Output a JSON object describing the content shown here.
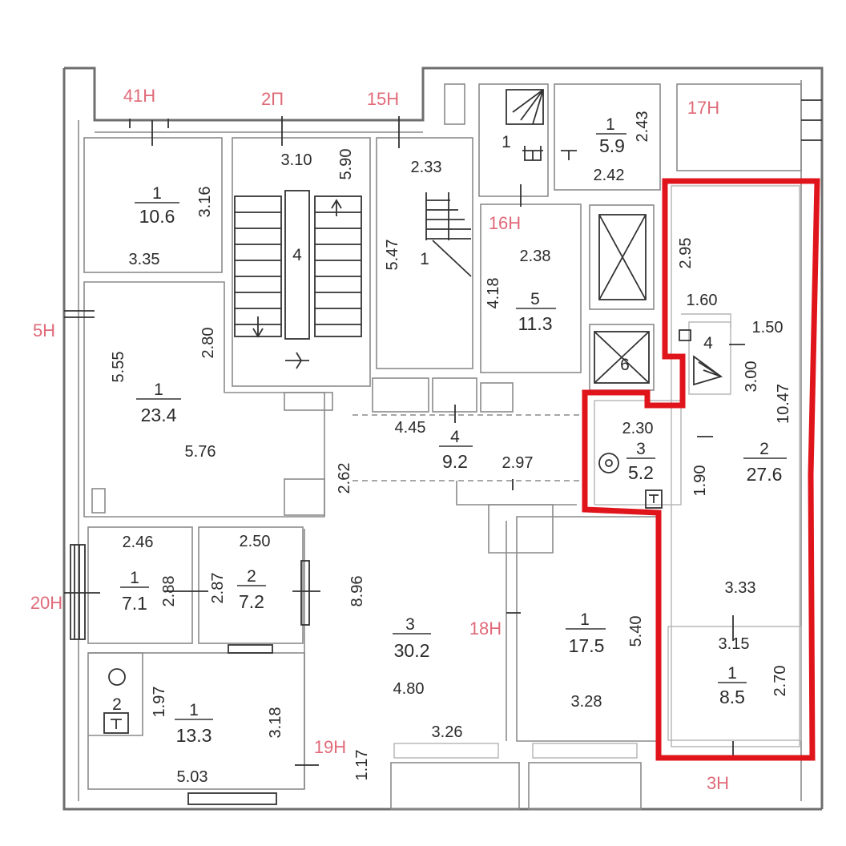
{
  "accent_color": "#e0141b",
  "label_color": "#e06a78",
  "outside_labels": {
    "n41": "41Н",
    "p2": "2П",
    "n15": "15Н",
    "n17": "17Н",
    "n16": "16Н",
    "n5": "5Н",
    "n20": "20Н",
    "n18": "18Н",
    "n19": "19Н",
    "n3": "3Н"
  },
  "rooms": {
    "r41_1": {
      "num": "1",
      "area": "10.6",
      "d1": "3.16",
      "d2": "3.35"
    },
    "r2p_4": {
      "num": "4",
      "d1": "3.10",
      "d2": "5.90"
    },
    "r15_1": {
      "num": "1",
      "d1": "2.33",
      "d2": "5.47"
    },
    "r17a_1": {
      "num": "1"
    },
    "r17b_1": {
      "num": "1",
      "area": "5.9",
      "d1": "2.43",
      "d2": "2.42"
    },
    "r16_5": {
      "num": "5",
      "area": "11.3",
      "d1": "2.38",
      "d2": "4.18"
    },
    "r5_1": {
      "num": "1",
      "area": "23.4",
      "d1": "5.55",
      "d2": "2.80",
      "d3": "5.76"
    },
    "corr_4": {
      "num": "4",
      "area": "9.2",
      "d1": "4.45",
      "d2": "2.62",
      "d3": "2.97"
    },
    "lift_6": {
      "num": "6"
    },
    "hl_4": {
      "num": "4",
      "d1": "1.60",
      "d2": "1.50",
      "d3": "2.95"
    },
    "hl_3": {
      "num": "3",
      "area": "5.2",
      "d1": "2.30",
      "d2": "1.90"
    },
    "hl_2": {
      "num": "2",
      "area": "27.6",
      "d1": "3.00",
      "d2": "10.47",
      "d3": "3.33"
    },
    "hl_1": {
      "num": "1",
      "area": "8.5",
      "d1": "3.15",
      "d2": "2.70"
    },
    "r20_1": {
      "num": "1",
      "area": "7.1",
      "d1": "2.46",
      "d2": "2.88"
    },
    "r20_2": {
      "num": "2",
      "area": "7.2",
      "d1": "2.50",
      "d2": "2.87"
    },
    "r20_3": {
      "num": "3",
      "area": "30.2",
      "d1": "8.96",
      "d2": "4.80",
      "d3": "3.26",
      "d4": "1.17"
    },
    "r18_1": {
      "num": "1",
      "area": "17.5",
      "d1": "5.40",
      "d2": "3.28"
    },
    "r19_1": {
      "num": "1",
      "area": "13.3",
      "d1": "3.18",
      "d2": "5.03"
    },
    "r19_2": {
      "num": "2",
      "d1": "1.97"
    }
  }
}
